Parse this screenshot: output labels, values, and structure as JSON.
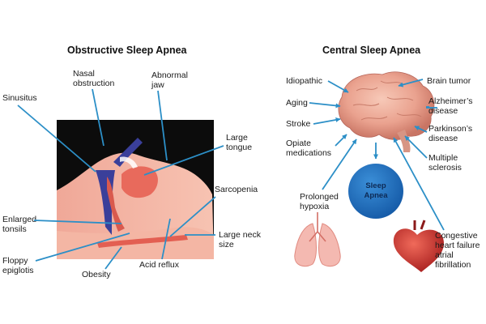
{
  "obstructive": {
    "title": "Obstructive Sleep Apnea",
    "labels": {
      "sinusitus": "Sinusitus",
      "nasal_1": "Nasal",
      "nasal_2": "obstruction",
      "jaw_1": "Abnormal",
      "jaw_2": "jaw",
      "tongue_1": "Large",
      "tongue_2": "tongue",
      "sarcopenia": "Sarcopenia",
      "tonsils_1": "Enlarged",
      "tonsils_2": "tonsils",
      "neck_1": "Large neck",
      "neck_2": "size",
      "epiglotis_1": "Floppy",
      "epiglotis_2": "epiglotis",
      "obesity": "Obesity",
      "reflux": "Acid reflux"
    }
  },
  "central": {
    "title": "Central Sleep Apnea",
    "center_1": "Sleep",
    "center_2": "Apnea",
    "labels": {
      "idiopathic": "Idiopathic",
      "aging": "Aging",
      "stroke": "Stroke",
      "opiate_1": "Opiate",
      "opiate_2": "medications",
      "hypoxia_1": "Prolonged",
      "hypoxia_2": "hypoxia",
      "tumor": "Brain tumor",
      "alz_1": "Alzheimer’s",
      "alz_2": "disease",
      "park_1": "Parkinson’s",
      "park_2": "disease",
      "ms_1": "Multiple",
      "ms_2": "sclerosis",
      "chf_1": "Congestive",
      "chf_2": "heart failure",
      "chf_3": "atrial",
      "chf_4": "fibrillation"
    }
  },
  "colors": {
    "arrow": "#2c8fc7",
    "sleep_apnea_circle": "#1f6fb6",
    "tissue": "#e86a5c",
    "airway": "#3a3f9a"
  }
}
